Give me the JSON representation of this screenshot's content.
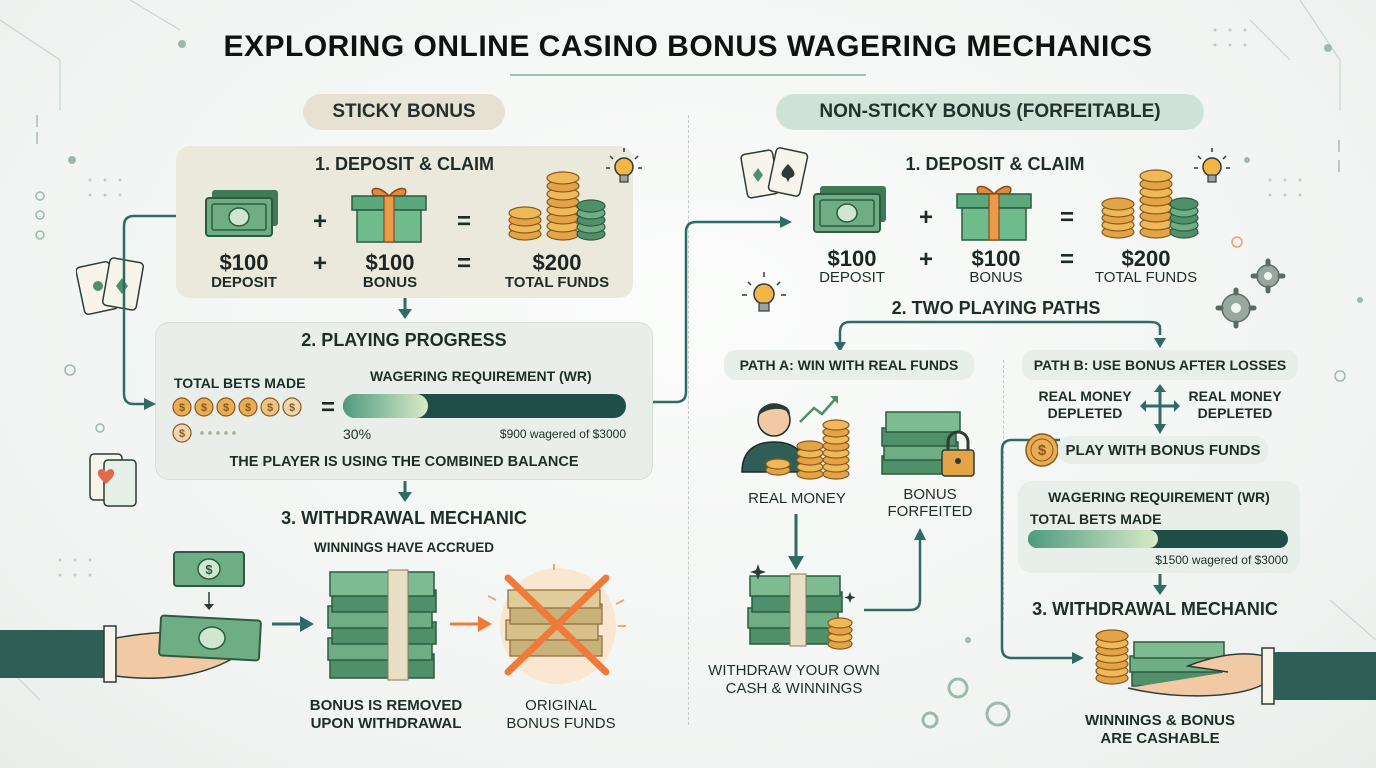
{
  "title": "EXPLORING ONLINE CASINO BONUS WAGERING MECHANICS",
  "sticky": {
    "label": "STICKY BONUS",
    "step1": {
      "heading": "1. DEPOSIT & CLAIM",
      "deposit_amount": "$100",
      "deposit_label": "DEPOSIT",
      "bonus_amount": "$100",
      "bonus_label": "BONUS",
      "total_amount": "$200",
      "total_label": "TOTAL FUNDS",
      "plus": "+",
      "equals": "="
    },
    "step2": {
      "heading": "2. PLAYING PROGRESS",
      "total_bets_label": "TOTAL BETS MADE",
      "wr_label": "WAGERING REQUIREMENT (WR)",
      "progress_percent_text": "30%",
      "progress_fraction": 0.3,
      "wagered_text": "$900 wagered of $3000",
      "note": "THE PLAYER IS USING THE COMBINED BALANCE",
      "equals": "="
    },
    "step3": {
      "heading": "3. WITHDRAWAL MECHANIC",
      "subheading": "WINNINGS HAVE ACCRUED",
      "removed_caption_1": "BONUS IS REMOVED",
      "removed_caption_2": "UPON WITHDRAWAL",
      "original_caption_1": "ORIGINAL",
      "original_caption_2": "BONUS FUNDS"
    }
  },
  "nonsticky": {
    "label": "NON-STICKY BONUS (FORFEITABLE)",
    "step1": {
      "heading": "1. DEPOSIT & CLAIM",
      "deposit_amount": "$100",
      "deposit_label": "DEPOSIT",
      "bonus_amount": "$100",
      "bonus_label": "BONUS",
      "total_amount": "$200",
      "total_label": "TOTAL FUNDS",
      "plus": "+",
      "equals": "="
    },
    "step2": {
      "heading": "2. TWO PLAYING PATHS"
    },
    "path_a": {
      "label": "PATH A: WIN WITH REAL FUNDS",
      "real_money": "REAL MONEY",
      "bonus_forfeited_1": "BONUS",
      "bonus_forfeited_2": "FORFEITED",
      "withdraw_1": "WITHDRAW YOUR OWN",
      "withdraw_2": "CASH & WINNINGS"
    },
    "path_b": {
      "label": "PATH B: USE BONUS AFTER LOSSES",
      "depleted_left_1": "REAL MONEY",
      "depleted_left_2": "DEPLETED",
      "depleted_right_1": "REAL MONEY",
      "depleted_right_2": "DEPLETED",
      "play_bonus": "PLAY WITH BONUS FUNDS",
      "wr_label": "WAGERING REQUIREMENT (WR)",
      "total_bets_label": "TOTAL BETS MADE",
      "progress_fraction": 0.5,
      "wagered_text": "$1500 wagered of $3000",
      "step3_heading": "3. WITHDRAWAL MECHANIC",
      "cashable_1": "WINNINGS & BONUS",
      "cashable_2": "ARE CASHABLE"
    }
  },
  "colors": {
    "accent": "#2f6b62",
    "cash": "#4f8f6a",
    "gold": "#e2a447",
    "bar_dark": "#1f4d48",
    "strike": "#f07a3a"
  }
}
